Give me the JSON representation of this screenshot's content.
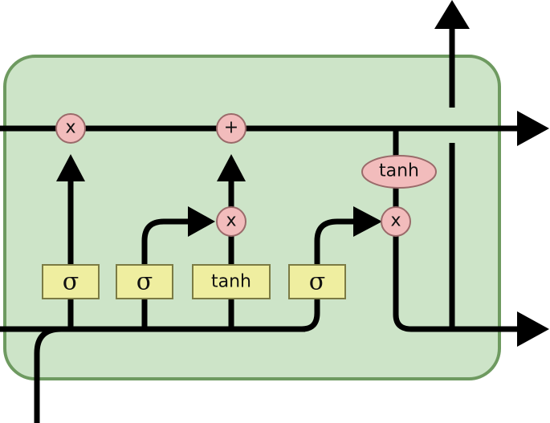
{
  "colors": {
    "cell_fill": "#cde4c8",
    "cell_border": "#6e9a60",
    "layer_fill": "#efeea0",
    "layer_border": "#7b7b44",
    "op_fill": "#f2bcbc",
    "op_border": "#9a6a6a",
    "line": "#000000"
  },
  "layers": [
    {
      "label": "σ",
      "kind": "sigma"
    },
    {
      "label": "σ",
      "kind": "sigma"
    },
    {
      "label": "tanh",
      "kind": "tanh"
    },
    {
      "label": "σ",
      "kind": "sigma"
    }
  ],
  "ops": [
    {
      "label": "x"
    },
    {
      "label": "+"
    },
    {
      "label": "x"
    },
    {
      "label": "x"
    }
  ],
  "tanh_op": {
    "label": "tanh"
  }
}
